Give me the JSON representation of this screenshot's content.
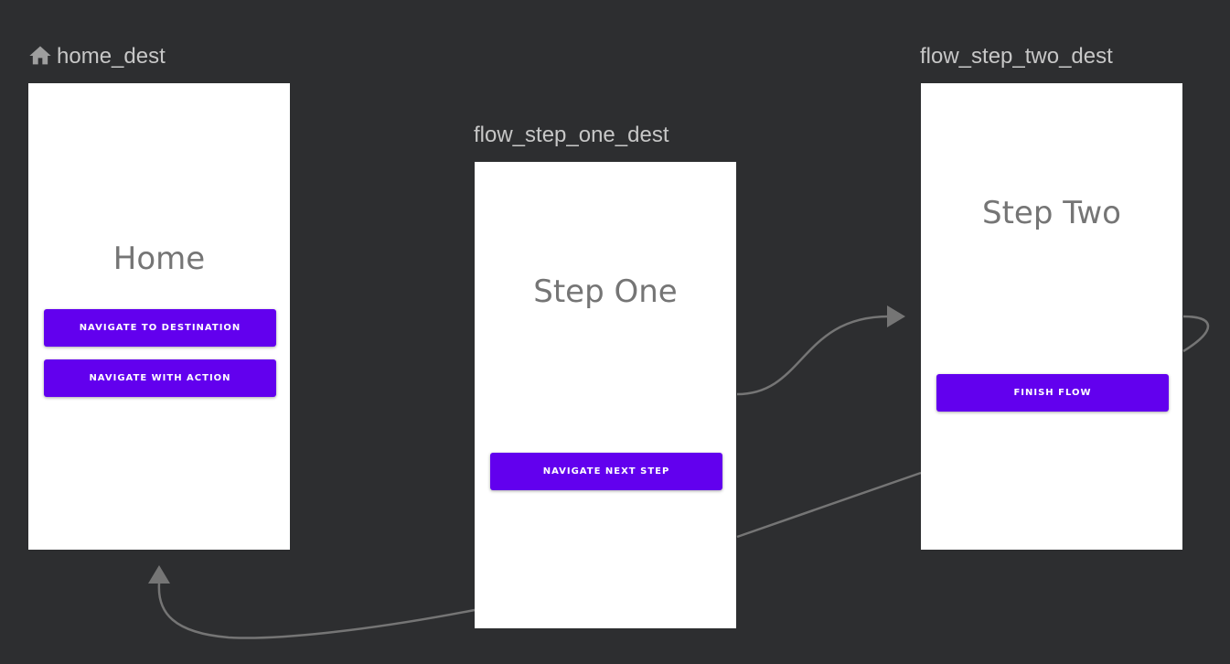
{
  "colors": {
    "background": "#2d2e30",
    "screen": "#ffffff",
    "button": "#6200ee",
    "button_text": "#ffffff",
    "label": "#c7c7c7",
    "title": "#757575",
    "arrow": "#757575"
  },
  "destinations": {
    "home": {
      "id_label": "home_dest",
      "start_icon": "home-icon",
      "title": "Home",
      "buttons": [
        "NAVIGATE TO DESTINATION",
        "NAVIGATE WITH ACTION"
      ]
    },
    "step_one": {
      "id_label": "flow_step_one_dest",
      "title": "Step One",
      "buttons": [
        "NAVIGATE NEXT STEP"
      ]
    },
    "step_two": {
      "id_label": "flow_step_two_dest",
      "title": "Step Two",
      "buttons": [
        "FINISH FLOW"
      ]
    }
  },
  "connections": [
    {
      "from": "flow_step_one_dest",
      "to": "flow_step_two_dest"
    },
    {
      "from": "flow_step_two_dest",
      "to": "home_dest"
    },
    {
      "from": "flow_step_two_dest",
      "to": "flow_step_two_dest"
    }
  ]
}
